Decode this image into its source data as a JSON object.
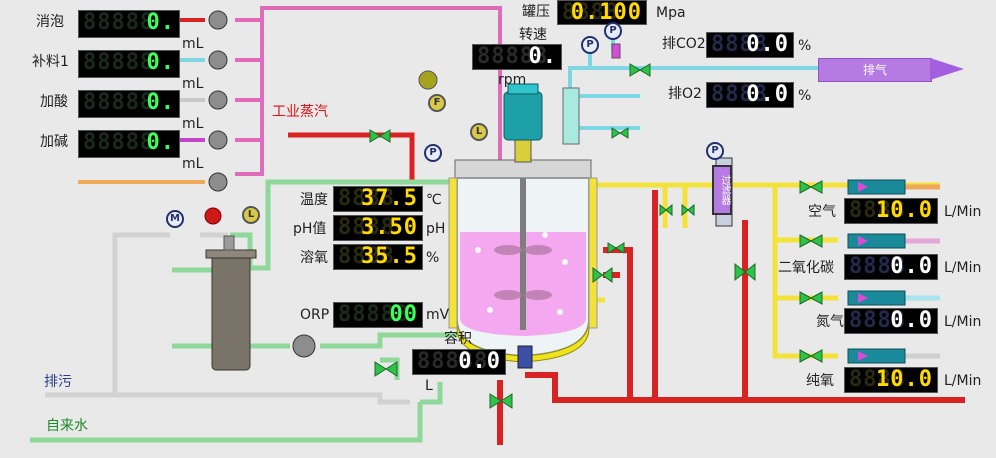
{
  "feeds": [
    {
      "label": "消泡",
      "value": "0.",
      "unit": "mL"
    },
    {
      "label": "补料1",
      "value": "0.",
      "unit": "mL"
    },
    {
      "label": "加酸",
      "value": "0.",
      "unit": "mL"
    },
    {
      "label": "加碱",
      "value": "0.",
      "unit": "mL"
    }
  ],
  "unit_ml_last": "mL",
  "tank_pressure": {
    "label": "罐压",
    "value": "0.100",
    "unit": "Mpa"
  },
  "speed": {
    "label": "转速",
    "value": "0.",
    "unit": "rpm"
  },
  "exhaust_co2": {
    "label": "排CO2",
    "value": "0.0",
    "unit": "%"
  },
  "exhaust_o2": {
    "label": "排O2",
    "value": "0.0",
    "unit": "%"
  },
  "vent_label": "排气",
  "steam_label": "工业蒸汽",
  "temperature": {
    "label": "温度",
    "value": "37.5",
    "unit": "℃"
  },
  "ph": {
    "label": "pH值",
    "value": "3.50",
    "unit": "pH"
  },
  "dissolved_oxygen": {
    "label": "溶氧",
    "value": "35.5",
    "unit": "%"
  },
  "orp": {
    "label": "ORP",
    "value": "00",
    "unit": "mV"
  },
  "volume": {
    "label": "容积",
    "value": "0.0",
    "unit": "L"
  },
  "gases": [
    {
      "label": "空气",
      "value": "10.0",
      "unit": "L/Min"
    },
    {
      "label": "二氧化碳",
      "value": "0.0",
      "unit": "L/Min"
    },
    {
      "label": "氮气",
      "value": "0.0",
      "unit": "L/Min"
    },
    {
      "label": "纯氧",
      "value": "10.0",
      "unit": "L/Min"
    }
  ],
  "drain_label": "排污",
  "tap_water_label": "自来水",
  "filter_label": "过滤器",
  "gauge_p": "P",
  "gauge_f": "F",
  "gauge_l": "L",
  "gauge_m": "M",
  "colors": {
    "pipe_pink": "#e06bb8",
    "pipe_green": "#8ed89a",
    "pipe_yellow": "#f2e23a",
    "pipe_red": "#d92222",
    "pipe_cyan": "#7fd6e3",
    "pipe_grey": "#c9c9c9",
    "pipe_orange": "#f0a85a",
    "liquid": "#f4a8ef"
  }
}
